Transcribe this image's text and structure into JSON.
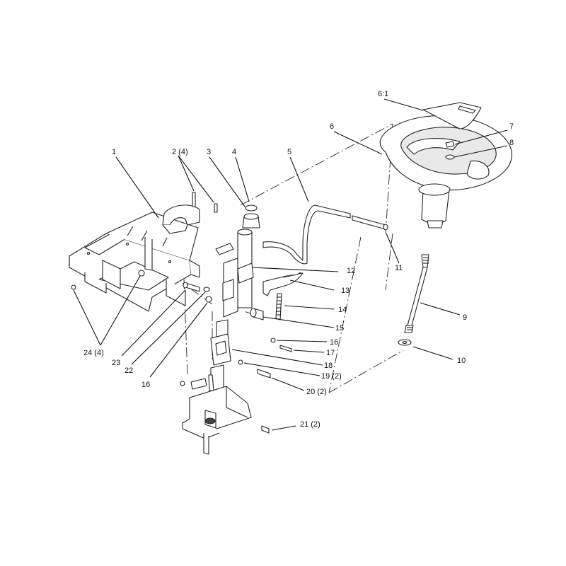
{
  "callouts": {
    "c1": "1",
    "c2": "2 (4)",
    "c3": "3",
    "c4": "4",
    "c5": "5",
    "c6": "6",
    "c6_1": "6:1",
    "c7": "7",
    "c8": "8",
    "c9": "9",
    "c10": "10",
    "c11": "11",
    "c12": "12",
    "c13": "13",
    "c14": "14",
    "c15": "15",
    "c16a": "16",
    "c16b": "16",
    "c17": "17",
    "c18": "18",
    "c19": "19 (2)",
    "c20": "20 (2)",
    "c21": "21 (2)",
    "c22": "22",
    "c23": "23",
    "c24": "24 (4)"
  }
}
